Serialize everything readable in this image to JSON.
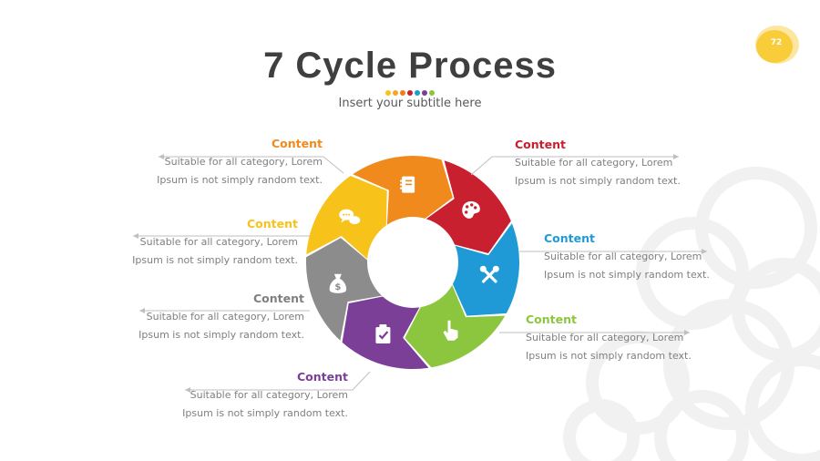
{
  "page_number": "72",
  "title": "7 Cycle Process",
  "subtitle": "Insert your subtitle here",
  "dot_colors": [
    "#f7c21a",
    "#f6a623",
    "#ef7d1a",
    "#c8202e",
    "#1f9ad6",
    "#7b3f98",
    "#8cc63f"
  ],
  "segments": [
    {
      "color": "#f08a1c",
      "icon": "notebook-icon"
    },
    {
      "color": "#c8202e",
      "icon": "palette-icon"
    },
    {
      "color": "#1f9ad6",
      "icon": "tools-icon"
    },
    {
      "color": "#8cc63f",
      "icon": "hand-pointer-icon"
    },
    {
      "color": "#7b3f98",
      "icon": "clipboard-check-icon"
    },
    {
      "color": "#8c8c8c",
      "icon": "money-bag-icon"
    },
    {
      "color": "#f7c21a",
      "icon": "chat-bubbles-icon"
    }
  ],
  "blocks": [
    {
      "heading": "Content",
      "color": "#f08a1c",
      "line1": "Suitable for all category, Lorem",
      "line2": "Ipsum is not simply random text."
    },
    {
      "heading": "Content",
      "color": "#c8202e",
      "line1": "Suitable for all category, Lorem",
      "line2": "Ipsum is not simply random text."
    },
    {
      "heading": "Content",
      "color": "#1f9ad6",
      "line1": "Suitable for all category, Lorem",
      "line2": "Ipsum is not simply random text."
    },
    {
      "heading": "Content",
      "color": "#8cc63f",
      "line1": "Suitable for all category, Lorem",
      "line2": "Ipsum is not simply random text."
    },
    {
      "heading": "Content",
      "color": "#7b3f98",
      "line1": "Suitable for all category, Lorem",
      "line2": "Ipsum is not simply random text."
    },
    {
      "heading": "Content",
      "color": "#7f7f7f",
      "line1": "Suitable for all category, Lorem",
      "line2": "Ipsum is not simply random text."
    },
    {
      "heading": "Content",
      "color": "#f7c21a",
      "line1": "Suitable for all category, Lorem",
      "line2": "Ipsum is not simply random text."
    }
  ]
}
